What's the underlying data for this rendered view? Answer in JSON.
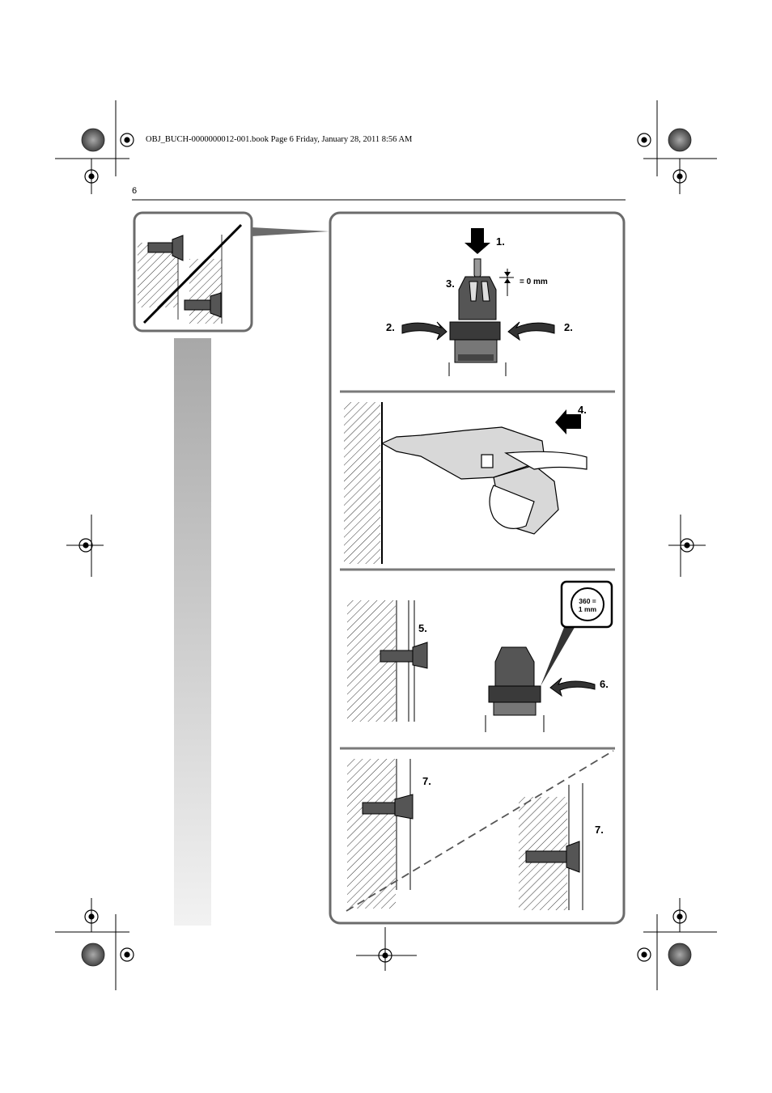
{
  "header": {
    "file_line": "OBJ_BUCH-0000000012-001.book  Page 6  Friday, January 28, 2011  8:56 AM"
  },
  "page": {
    "number": "6"
  },
  "steps": {
    "s1": "1.",
    "s2_left": "2.",
    "s2_right": "2.",
    "s3": "3.",
    "s4": "4.",
    "s5": "5.",
    "s6": "6.",
    "s7_top": "7.",
    "s7_bottom": "7."
  },
  "annotations": {
    "depth_zero": "= 0 mm",
    "rotation_line1": "360 =",
    "rotation_line2": "1 mm"
  },
  "colors": {
    "panel_border": "#6b6b6b",
    "side_bar_top": "#a8a8a8",
    "side_bar_bottom": "#f2f2f2",
    "divider": "#7a7a7a",
    "tool_fill": "#5a5a5a"
  }
}
